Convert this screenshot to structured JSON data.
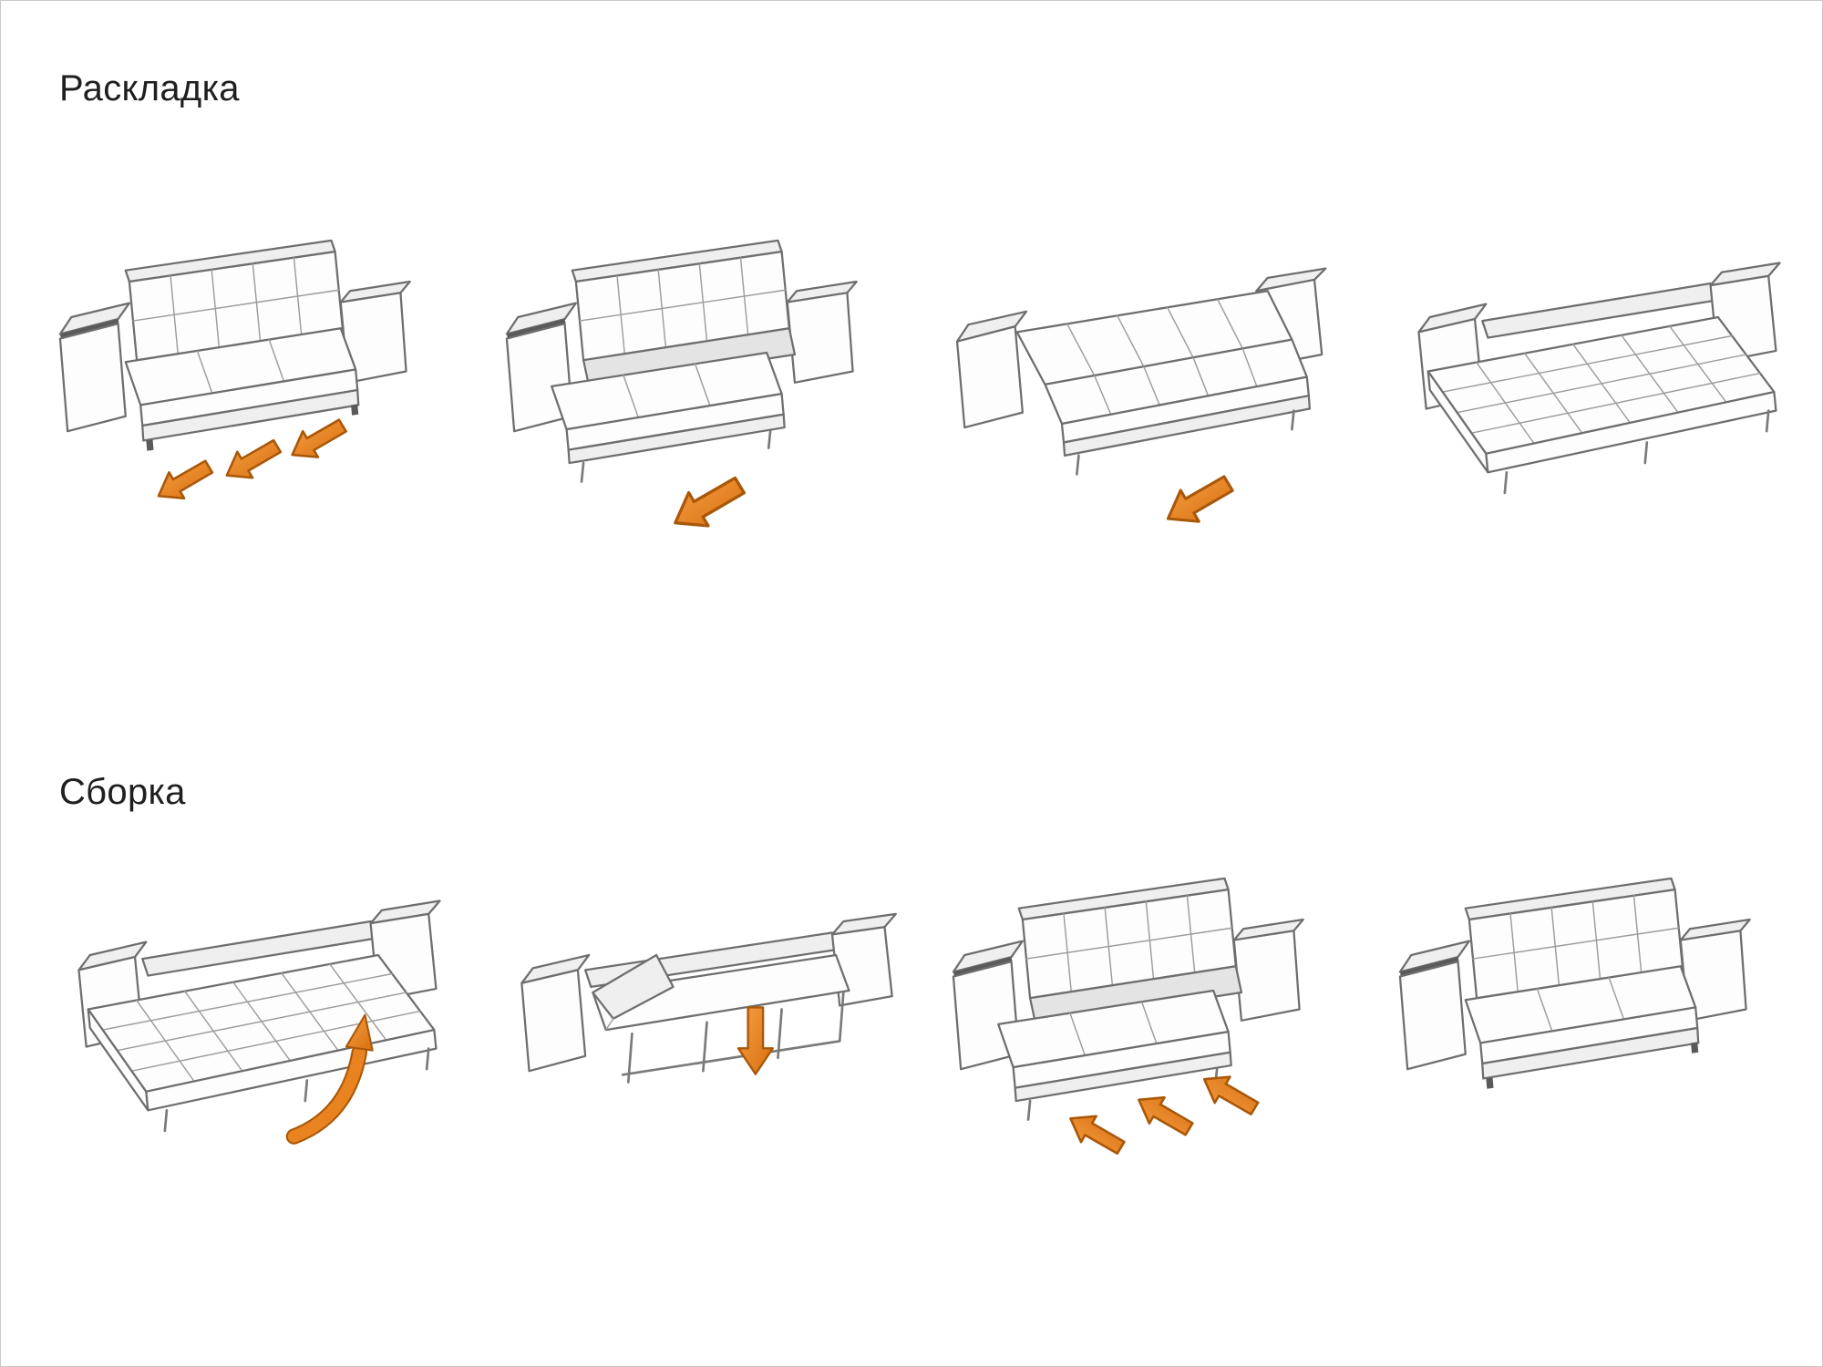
{
  "page": {
    "background": "#ffffff",
    "border_color": "#c9c9c9"
  },
  "sections": {
    "unfold": {
      "title": "Раскладка",
      "steps": [
        {
          "illustration": "sofa-closed",
          "arrows": "three-pull-out-arrows-down-left"
        },
        {
          "illustration": "sofa-seat-pulled-forward",
          "arrows": "one-pull-out-arrow-down-left"
        },
        {
          "illustration": "sofa-backrest-reclined",
          "arrows": "one-pull-out-arrow-down-left"
        },
        {
          "illustration": "bed-fully-unfolded",
          "arrows": "none"
        }
      ]
    },
    "fold": {
      "title": "Сборка",
      "steps": [
        {
          "illustration": "bed-fully-unfolded",
          "arrows": "curved-lift-up-arrow"
        },
        {
          "illustration": "frame-with-mattress-folding-down",
          "arrows": "one-press-down-arrow"
        },
        {
          "illustration": "sofa-seat-being-pushed-in",
          "arrows": "three-push-in-arrows-up-left"
        },
        {
          "illustration": "sofa-closed",
          "arrows": "none"
        }
      ]
    }
  },
  "colors": {
    "arrow_fill": "#e8831f",
    "arrow_fill_light": "#f59f43",
    "arrow_outline": "#a95708",
    "line": "#6e6e6e",
    "text": "#1f1f1f"
  }
}
